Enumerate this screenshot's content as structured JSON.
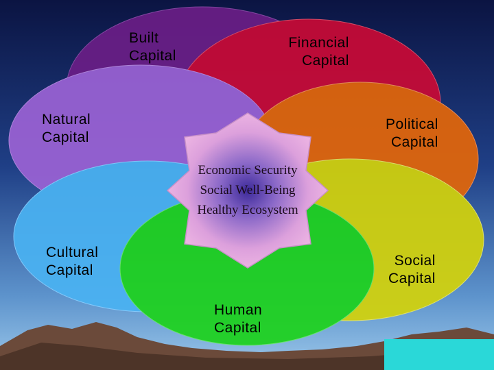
{
  "colors": {
    "sky_top": "#0b1442",
    "sky_bottom": "#7fb6e2",
    "built": "#6a1e86",
    "financial": "#c80a36",
    "natural": "#9a62d4",
    "political": "#e2660a",
    "cultural": "#4ab2f2",
    "social": "#d2d20c",
    "human": "#1ed21e",
    "star": "#e6a2da"
  },
  "diagram": {
    "petals": [
      {
        "id": "built",
        "lines": [
          "Built",
          "Capital"
        ]
      },
      {
        "id": "financial",
        "lines": [
          "Financial",
          "Capital"
        ]
      },
      {
        "id": "natural",
        "lines": [
          "Natural",
          "Capital"
        ]
      },
      {
        "id": "political",
        "lines": [
          "Political",
          "Capital"
        ]
      },
      {
        "id": "cultural",
        "lines": [
          "Cultural",
          "Capital"
        ]
      },
      {
        "id": "social",
        "lines": [
          "Social",
          "Capital"
        ]
      },
      {
        "id": "human",
        "lines": [
          "Human",
          "Capital"
        ]
      }
    ],
    "center": [
      "Economic Security",
      "Social Well-Being",
      "Healthy Ecosystem"
    ]
  }
}
